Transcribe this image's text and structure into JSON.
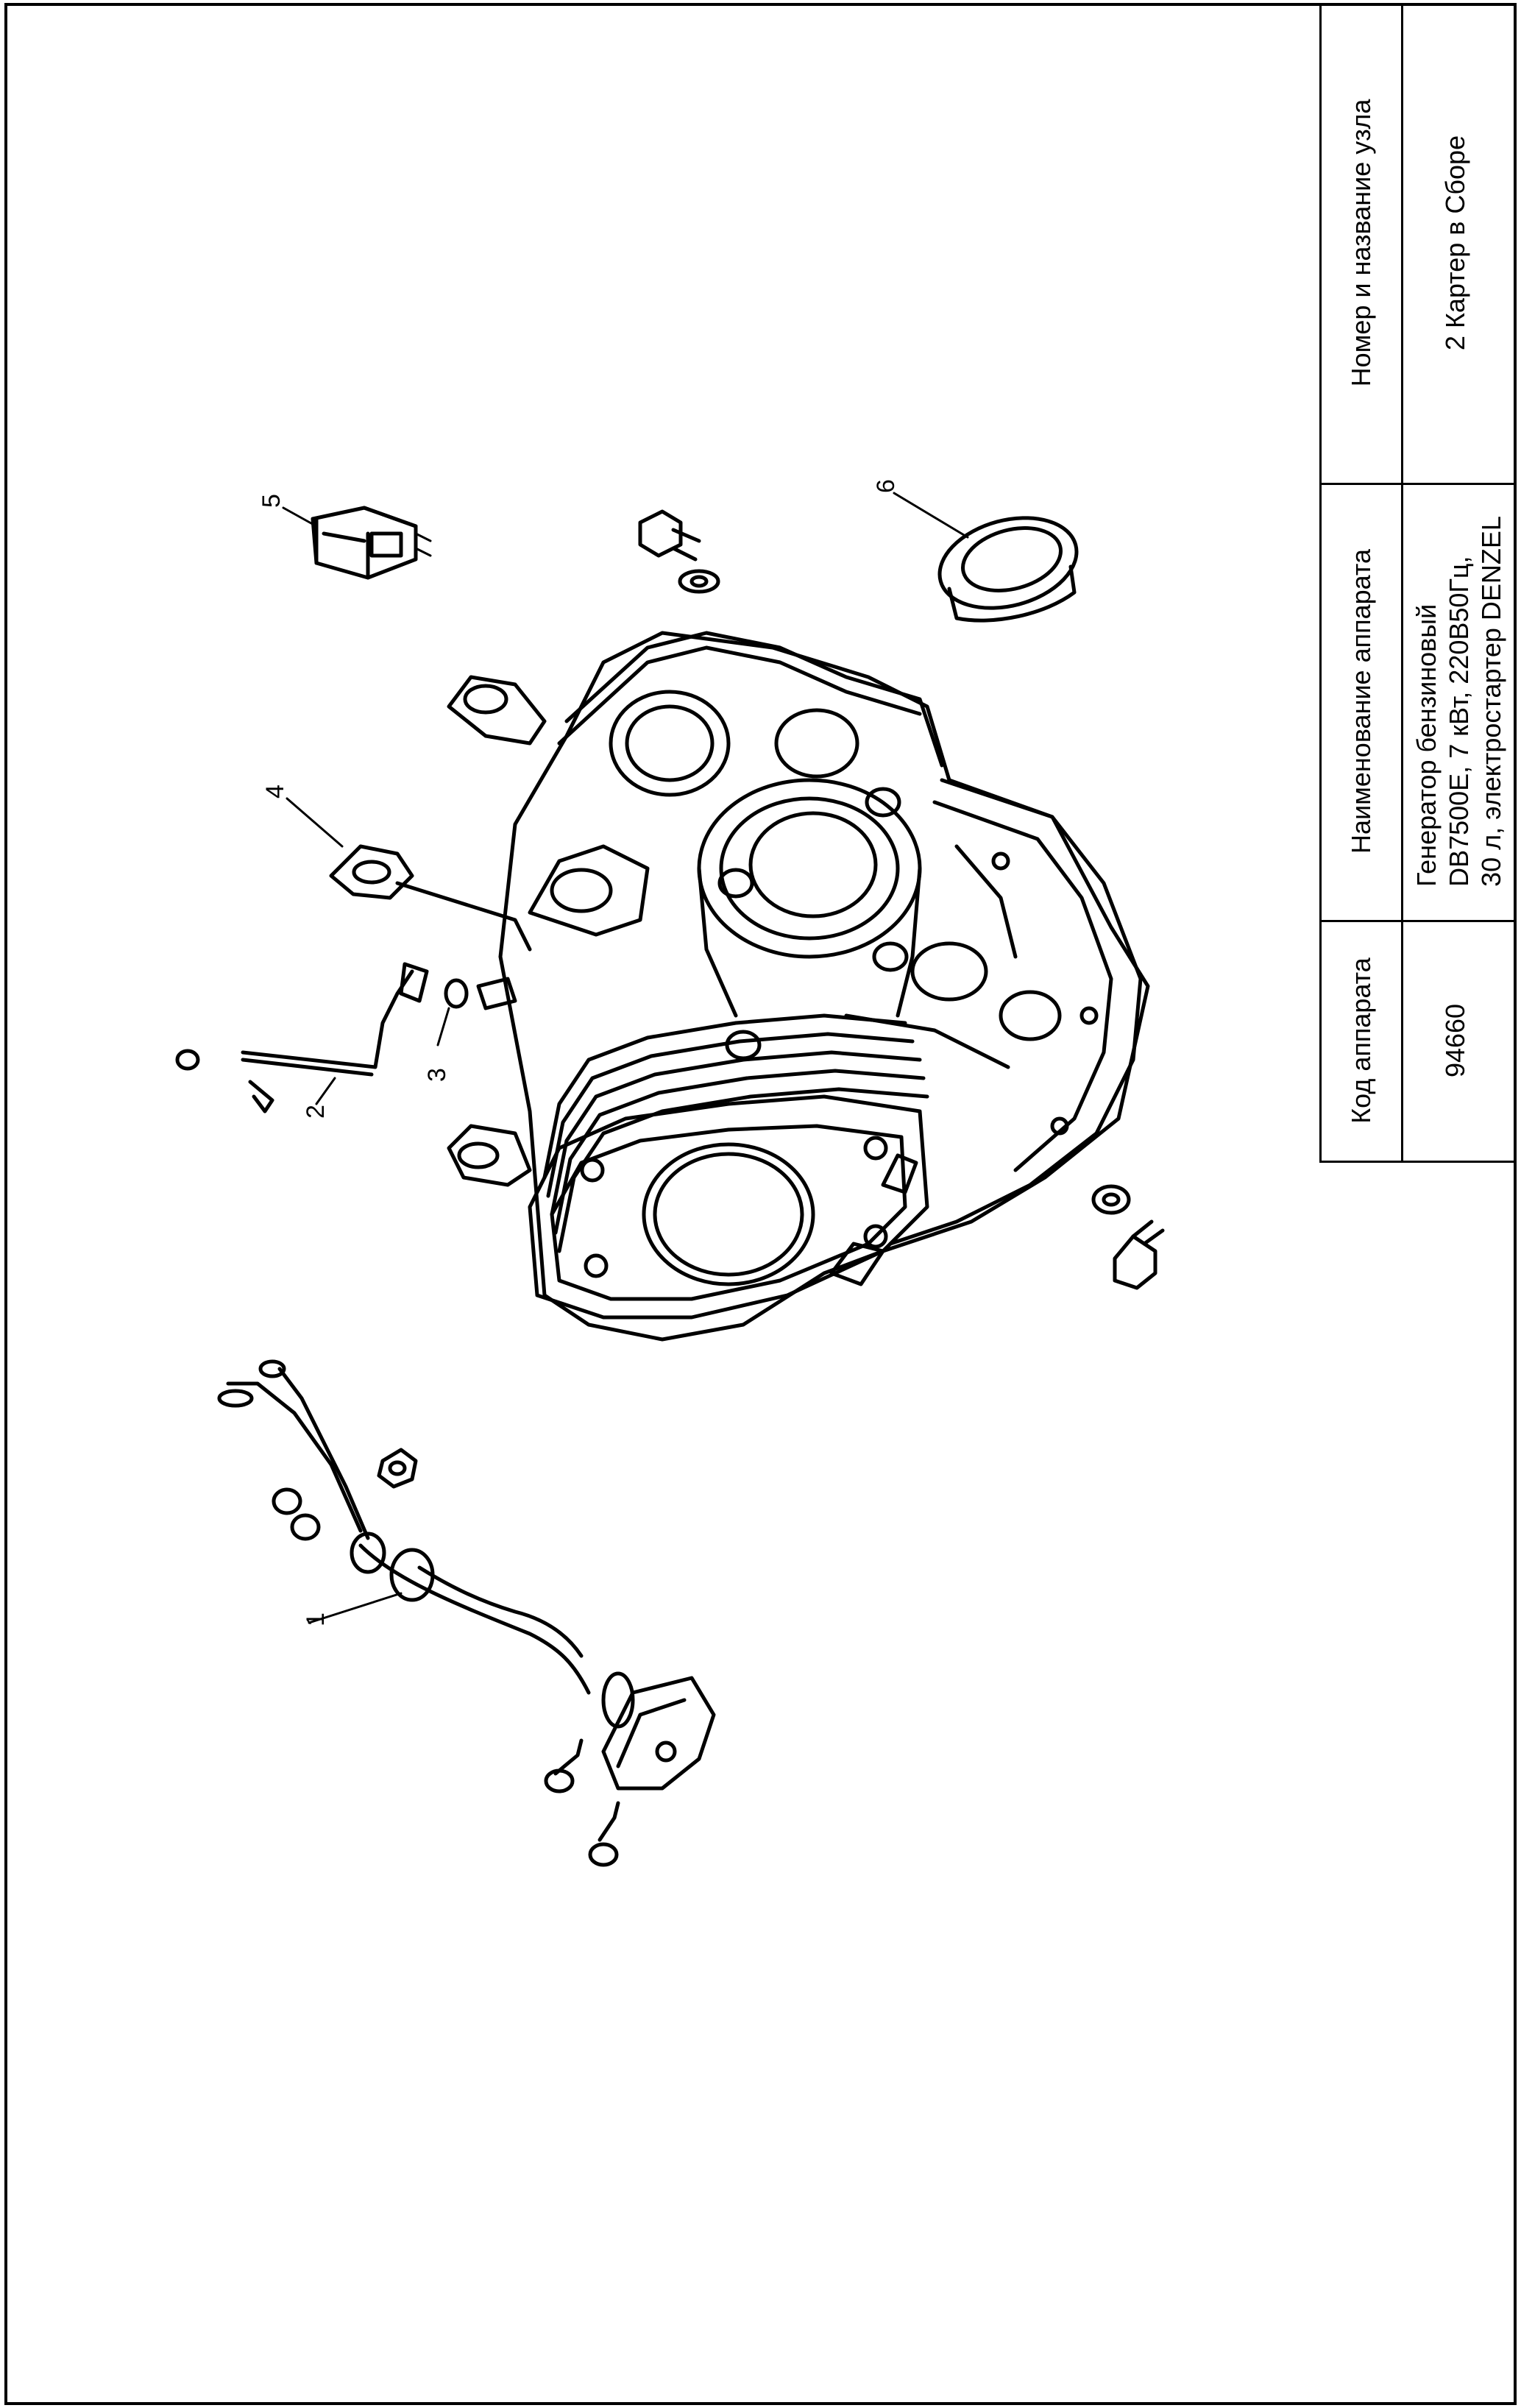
{
  "table": {
    "headers": {
      "code": "Код аппарата",
      "device_name": "Наименование аппарата",
      "unit": "Номер и название узла"
    },
    "values": {
      "code": "94660",
      "device_name_lines": [
        "Генератор бензиновый",
        "DB7500E, 7 кВт, 220В50Гц,",
        "30 л, электростартер DENZEL"
      ],
      "unit": "2 Картер в Сборе"
    }
  },
  "callouts": [
    "1",
    "2",
    "3",
    "4",
    "5",
    "6"
  ]
}
